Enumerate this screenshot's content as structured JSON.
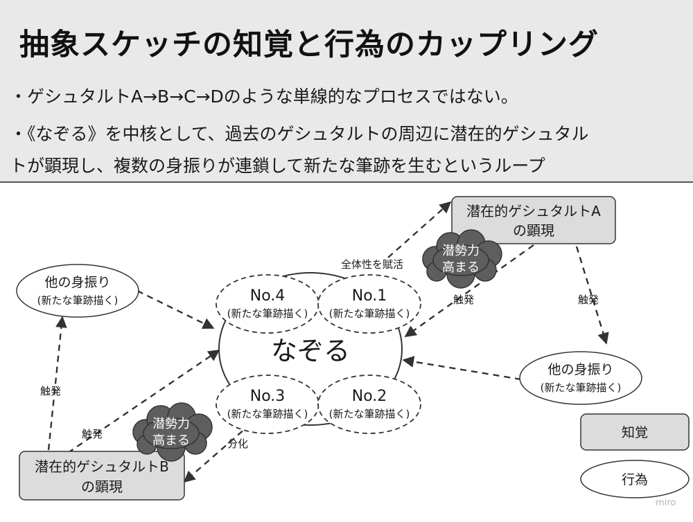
{
  "header": {
    "title": "抽象スケッチの知覚と行為のカップリング",
    "bullet1": "・ゲシュタルトA→B→C→Dのような単線的なプロセスではない。",
    "bullet2_line1": "・《なぞる》を中核として、過去のゲシュタルトの周辺に潜在的ゲシュタル",
    "bullet2_line2": "トが顕現し、複数の身振りが連鎖して新たな筆跡を生むというループ"
  },
  "center": {
    "label": "なぞる",
    "sub_nodes": [
      {
        "title": "No.4",
        "sub": "(新たな筆跡描く)"
      },
      {
        "title": "No.1",
        "sub": "(新たな筆跡描く)"
      },
      {
        "title": "No.3",
        "sub": "(新たな筆跡描く)"
      },
      {
        "title": "No.2",
        "sub": "(新たな筆跡描く)"
      }
    ]
  },
  "nodes": {
    "gestalt_a": {
      "line1": "潜在的ゲシュタルトA",
      "line2": "の顕現"
    },
    "gestalt_b": {
      "line1": "潜在的ゲシュタルトB",
      "line2": "の顕現"
    },
    "gesture_left": {
      "line1": "他の身振り",
      "line2": "(新たな筆跡描く)"
    },
    "gesture_right": {
      "line1": "他の身振り",
      "line2": "(新たな筆跡描く)"
    },
    "cloud_top": {
      "line1": "潜勢力",
      "line2": "高まる"
    },
    "cloud_bottom": {
      "line1": "潜勢力",
      "line2": "高まる"
    }
  },
  "edge_labels": {
    "zentaisei": "全体性を賦活",
    "shokuhatsu_a_center": "触発",
    "shokuhatsu_a_gesture": "触発",
    "shokuhatsu_b_gesture": "触発",
    "shokuhatsu_b_center": "触発",
    "bunka": "分化"
  },
  "legend": {
    "perception": "知覚",
    "action": "行為"
  },
  "watermark": "miro",
  "colors": {
    "header_bg": "#e9e9e9",
    "box_fill": "#dcdcdc",
    "cloud_fill": "#5e5e5e",
    "cloud_text": "#ffffff"
  }
}
